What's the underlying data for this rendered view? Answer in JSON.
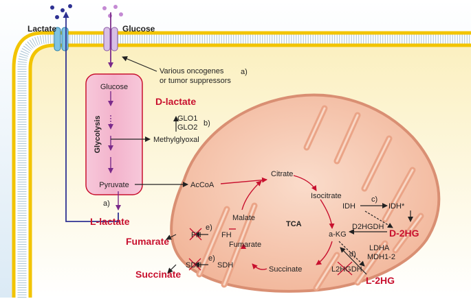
{
  "labels": {
    "lactate_top": "Lactate",
    "glucose_top": "Glucose",
    "oncogenes_line1": "Various oncogenes",
    "oncogenes_line2": "or tumor suppressors",
    "mark_a_top": "a)",
    "glycolysis": "Glycolysis",
    "glucose_inner": "Glucose",
    "pyruvate": "Pyruvate",
    "d_lactate": "D-lactate",
    "glo1": "GLO1",
    "glo2": "GLO2",
    "mark_b": "b)",
    "methylglyoxal": "Methylglyoxal",
    "mark_a_bottom": "a)",
    "l_lactate": "L-lactate",
    "acoa": "AcCoA",
    "citrate": "Citrate",
    "isocitrate": "Isocitrate",
    "idh": "IDH",
    "idh_mut": "IDH*",
    "mark_c": "c)",
    "d2hg": "D-2HG",
    "d2hgdh": "D2HGDH",
    "akg": "a-KG",
    "mark_d": "d)",
    "ldha": "LDHA",
    "mdh": "MDH1-2",
    "l2hgdh": "L2HGDH",
    "l2hg": "L-2HG",
    "tca": "TCA",
    "malate": "Malate",
    "fh_right": "FH",
    "fh_left": "FH",
    "mark_e_top": "e)",
    "fumarate_inner": "Fumarate",
    "fumarate_out": "Fumarate",
    "succinate_inner": "Succinate",
    "sdh_right": "SDH",
    "sdh_left": "SDH",
    "mark_e_bottom": "e)",
    "succinate_out": "Succinate"
  },
  "colors": {
    "oncometabolite_red": "#c8102e",
    "membrane_yellow": "#f2c400",
    "glycolysis_box": "#f3b3cc",
    "mitochondria": "#f1b697",
    "transporter_blue": "#7fc3e3",
    "transporter_purple": "#c9a7d8",
    "arrow_blue": "#2e3192",
    "arrow_purple": "#7a2a8a"
  }
}
